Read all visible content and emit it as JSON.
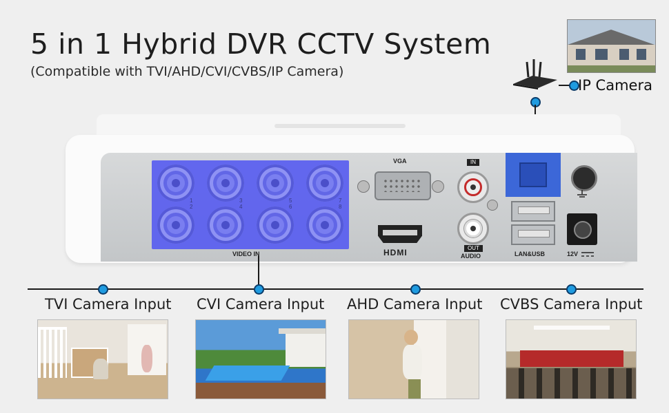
{
  "header": {
    "title": "5 in 1 Hybrid DVR CCTV System",
    "subtitle": "(Compatible with TVI/AHD/CVI/CVBS/IP Camera)"
  },
  "ip_camera": {
    "label": "IP Camera"
  },
  "dvr": {
    "vga_label": "VGA",
    "hdmi_label": "HDMI",
    "audio_in_tag": "IN",
    "audio_out_tag": "OUT",
    "audio_label": "AUDIO",
    "video_in_label": "VIDEO IN",
    "lan_usb_label": "LAN&USB",
    "power_label": "12V",
    "channel_numbers": [
      "1",
      "2",
      "3",
      "4",
      "5",
      "6",
      "7",
      "8"
    ]
  },
  "inputs": [
    {
      "label": "TVI Camera Input"
    },
    {
      "label": "CVI Camera Input"
    },
    {
      "label": "AHD Camera Input"
    },
    {
      "label": "CVBS Camera Input"
    }
  ],
  "colors": {
    "accent_dot": "#1f9be0",
    "video_in_highlight": "#5a5ff0",
    "lan_highlight": "#3c67d8"
  }
}
